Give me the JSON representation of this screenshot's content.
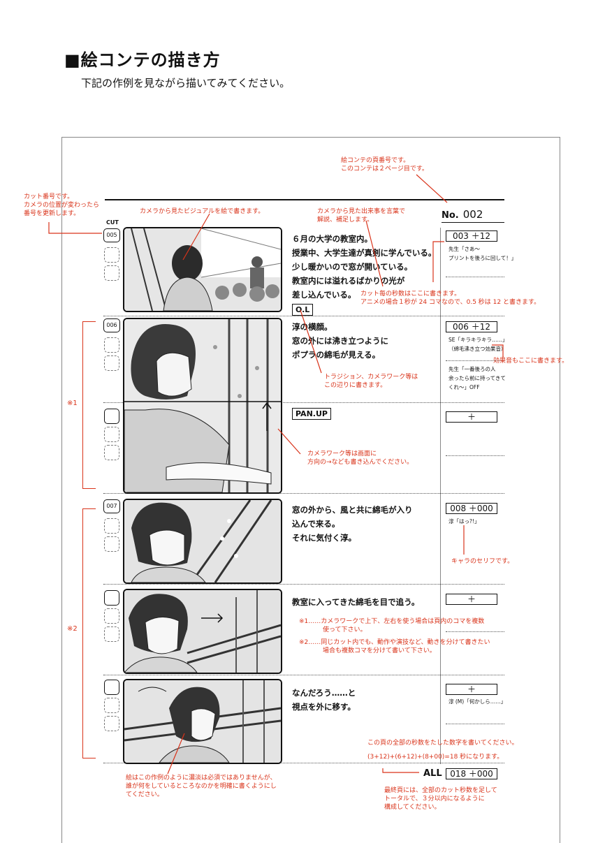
{
  "heading": "■絵コンテの描き方",
  "subheading": "下記の作例を見ながら描いてみてください。",
  "sheet": {
    "page_label": "No.",
    "page_value": "002",
    "cut_label": "CUT",
    "all_label": "ALL",
    "all_time": "018 ＋000",
    "blank_time": "＋"
  },
  "cuts": [
    {
      "number": "005",
      "action": [
        "６月の大学の教室内。",
        "授業中、大学生達が真剣に学んでいる。",
        "少し暖かいので窓が開いている。",
        "教室内には溢れるばかりの光が",
        "差し込んでいる。"
      ],
      "time": "003 ＋12",
      "dialogue": [
        "先生「さあ～",
        "プリントを後ろに回して！」"
      ]
    },
    {
      "number": "006",
      "transition": "O.L",
      "action": [
        "淳の横顔。",
        "窓の外には沸き立つように",
        "ポプラの綿毛が見える。"
      ],
      "time": "006 ＋12",
      "dialogue": [
        "SE「キラキラキラ……」",
        "（綿毛沸き立つ効果音）"
      ],
      "dialogue2": [
        "先生「一番後ろの人",
        "余ったら前に持ってきて",
        "くれ～」OFF"
      ],
      "camera": "PAN.UP"
    },
    {
      "number": "007",
      "action": [
        "窓の外から、風と共に綿毛が入り",
        "込んで来る。",
        "それに気付く淳。"
      ],
      "time": "008 ＋000",
      "dialogue": [
        "淳「はっ?!」"
      ]
    },
    {
      "action": [
        "教室に入ってきた綿毛を目で追う。"
      ]
    },
    {
      "action": [
        "なんだろう……と",
        "視点を外に移す。"
      ],
      "dialogue": [
        "淳 (M)「何かしら……」"
      ]
    }
  ],
  "notes": {
    "page_number": [
      "絵コンテの頁番号です。",
      "このコンテは２ページ目です。"
    ],
    "cut_number": [
      "カット番号です。",
      "カメラの位置が変わったら",
      "番号を更新します。"
    ],
    "visual": "カメラから見たビジュアルを絵で書きます。",
    "description": [
      "カメラから見た出来事を言葉で",
      "解説、補足します。"
    ],
    "seconds": [
      "カット毎の秒数はここに書きます。",
      "アニメの場合１秒が 24 コマなので、0.5 秒は 12 と書きます。"
    ],
    "sound": "効果音もここに書きます。",
    "transition": [
      "トラジション、カメラワーク等は",
      "この辺りに書きます。"
    ],
    "camera": [
      "カメラワーク等は画面に",
      "方向の→なども書き込んでください。"
    ],
    "serif": "キャラのセリフです。",
    "rule1": [
      "※1……カメラワークで上下、左右を使う場合は頁内のコマを複数",
      "使って下さい。"
    ],
    "rule2": [
      "※2……同じカット内でも、動作や演技など、動きを分けて書きたい",
      "場合も複数コマを分けて書いて下さい。"
    ],
    "total": [
      "この頁の全部の秒数をたした数字を書いてください。",
      "(3+12)+(6+12)+(8+00)=18 秒になります。"
    ],
    "last_page": [
      "最終頁には、全部のカット秒数を足して",
      "トータルで、３分以内になるように",
      "構成してください。"
    ],
    "drawing": [
      "絵はこの作例のように濃淡は必須ではありませんが、",
      "誰が何をしているところなのかを明確に書くようにし",
      "てください。"
    ],
    "mark1": "※1",
    "mark2": "※2"
  },
  "colors": {
    "annotation": "#d9331a",
    "ink": "#111111"
  }
}
